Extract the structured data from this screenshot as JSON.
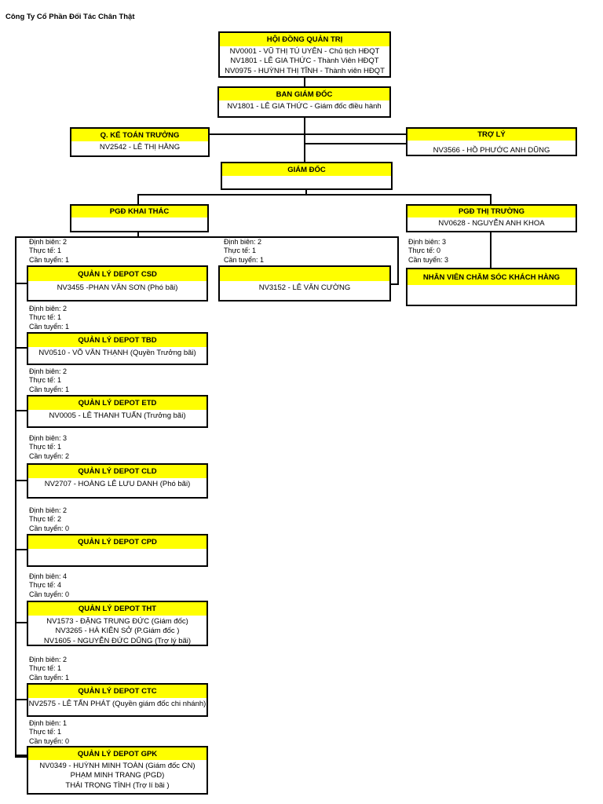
{
  "page_title": "Công Ty Cổ Phần Đối Tác Chân Thật",
  "stat_labels": {
    "planned": "Định biên",
    "actual": "Thực tế",
    "to_hire": "Cần tuyển"
  },
  "colors": {
    "header_bg": "#FFFF00",
    "border": "#000000",
    "background": "#FFFFFF"
  },
  "nodes": {
    "hdqt": {
      "title": "HỘI ĐỒNG QUẢN TRỊ",
      "members": [
        "NV0001 - VŨ THỊ TÚ UYÊN - Chủ tịch HĐQT",
        "NV1801 - LÊ GIA THỨC - Thành Viên HĐQT",
        "NV0975 - HUỲNH THỊ TĨNH - Thành viên HĐQT"
      ]
    },
    "bgd": {
      "title": "BAN GIÁM ĐỐC",
      "members": [
        "NV1801 - LÊ GIA THỨC - Giám đốc điều hành"
      ]
    },
    "ktt": {
      "title": "Q. KẾ TOÁN TRƯỞNG",
      "members": [
        "NV2542 - LÊ THỊ HẰNG"
      ]
    },
    "troly": {
      "title": "TRỢ LÝ",
      "members": [
        "NV3566 - HỒ PHƯỚC ANH DŨNG"
      ]
    },
    "gd": {
      "title": "GIÁM ĐỐC",
      "members": []
    },
    "pgdkt": {
      "title": "PGĐ KHAI THÁC",
      "members": []
    },
    "pgdtt": {
      "title": "PGĐ THỊ TRƯỜNG",
      "members": [
        "NV0628 - NGUYỄN ANH KHOA"
      ]
    },
    "cskh": {
      "title": "NHÂN VIÊN CHĂM SÓC KHÁCH HÀNG",
      "members": []
    },
    "mid": {
      "title": "",
      "members": [
        "NV3152 - LÊ VĂN CƯỜNG"
      ]
    },
    "csd": {
      "title": "QUẢN LÝ DEPOT CSD",
      "members": [
        "NV3455 -PHAN VĂN SƠN (Phó bãi)"
      ]
    },
    "tbd": {
      "title": "QUẢN LÝ DEPOT TBD",
      "members": [
        "NV0510 - VÕ VĂN THẠNH (Quyền Trưởng bãi)"
      ]
    },
    "etd": {
      "title": "QUẢN LÝ DEPOT ETD",
      "members": [
        "NV0005 - LÊ THANH TUẤN (Trưởng bãi)"
      ]
    },
    "cld": {
      "title": "QUẢN LÝ DEPOT CLD",
      "members": [
        "NV2707 - HOÀNG LÊ LƯU DANH (Phó bãi)"
      ]
    },
    "cpd": {
      "title": "QUẢN LÝ DEPOT CPD",
      "members": []
    },
    "tht": {
      "title": "QUẢN LÝ DEPOT THT",
      "members": [
        "NV1573 - ĐẶNG TRUNG ĐỨC (Giám đốc)",
        "NV3265 - HÀ KIÊN SỞ (P.Giám đốc )",
        "NV1605 - NGUYỄN ĐỨC DŨNG (Trợ lý bãi)"
      ]
    },
    "ctc": {
      "title": "QUẢN LÝ DEPOT CTC",
      "members": [
        "NV2575 - LÊ TẤN PHÁT (Quyền giám đốc chi nhánh)"
      ]
    },
    "gpk": {
      "title": "QUẢN LÝ DEPOT GPK",
      "members": [
        "NV0349 - HUỲNH MINH TOÀN  (Giám đốc CN)",
        "PHẠM MINH TRANG (PGD)",
        "THÁI TRỌNG TÌNH (Trợ lí bãi )"
      ]
    }
  },
  "stats": {
    "csd": [
      "Định biên: 2",
      "Thực tế: 1",
      "Cần tuyển: 1"
    ],
    "mid": [
      "Định biên: 2",
      "Thực tế: 1",
      "Cần tuyển: 1"
    ],
    "cskh": [
      "Định biên: 3",
      "Thực tế: 0",
      "Cần tuyển: 3"
    ],
    "tbd": [
      "Định biên: 2",
      "Thực tế: 1",
      "Cần tuyển: 1"
    ],
    "etd": [
      "Định biên: 2",
      "Thực tế: 1",
      "Cần tuyển: 1"
    ],
    "cld": [
      "Định biên: 3",
      "Thực tế: 1",
      "Cần tuyển: 2"
    ],
    "cpd": [
      "Định biên: 2",
      "Thực tế: 2",
      "Cần tuyển: 0"
    ],
    "tht": [
      "Định biên: 4",
      "Thực tế: 4",
      "Cần tuyển: 0"
    ],
    "ctc": [
      "Định biên: 2",
      "Thực tế: 1",
      "Cần tuyển: 1"
    ],
    "gpk": [
      "Định biên: 1",
      "Thực tế: 1",
      "Cần tuyển: 0"
    ]
  }
}
